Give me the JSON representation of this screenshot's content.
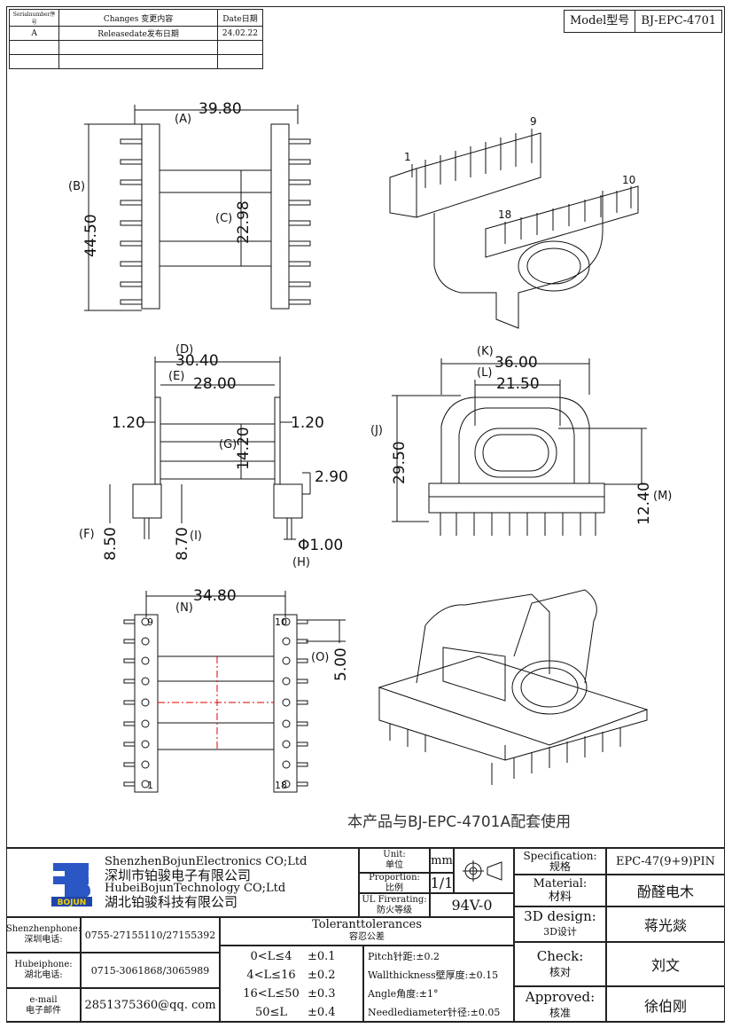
{
  "revision_table": {
    "headers": [
      "Serialnumber序号",
      "Changes 变更内容",
      "Date日期"
    ],
    "rows": [
      [
        "A",
        "Releasedate发布日期",
        "24.02.22"
      ],
      [
        "",
        "",
        ""
      ],
      [
        "",
        "",
        ""
      ]
    ]
  },
  "model": {
    "label": "Model型号",
    "value": "BJ-EPC-4701"
  },
  "dimensions": {
    "top_view": {
      "width": "39.80",
      "width_tag": "(A)",
      "height": "44.50",
      "height_tag": "(B)",
      "inner": "22.98",
      "inner_tag": "(C)"
    },
    "side_view": {
      "outer": "30.40",
      "outer_tag": "(D)",
      "inner": "28.00",
      "inner_tag": "(E)",
      "flange_left": "1.20",
      "flange_right": "1.20",
      "core": "14.20",
      "core_tag": "(G)",
      "pin_step": "2.90",
      "base_left": "8.50",
      "base_left_tag": "(F)",
      "base_right": "8.70",
      "base_right_tag": "(I)",
      "pin_dia": "Φ1.00",
      "pin_dia_tag": "(H)"
    },
    "front_view": {
      "width": "36.00",
      "width_tag": "(K)",
      "inner": "21.50",
      "inner_tag": "(L)",
      "height": "29.50",
      "height_tag": "(J)",
      "window": "12.40",
      "window_tag": "(M)"
    },
    "bottom_view": {
      "width": "34.80",
      "width_tag": "(N)",
      "pitch": "5.00",
      "pitch_tag": "(O)",
      "pin_9": "9",
      "pin_10": "10",
      "pin_1": "1",
      "pin_18": "18"
    },
    "iso_view": {
      "pin_1": "1",
      "pin_9": "9",
      "pin_10": "10",
      "pin_18": "18"
    }
  },
  "note": "本产品与BJ-EPC-4701A配套使用",
  "title_block": {
    "company_en_1": "ShenzhenBojunElectronics CO;Ltd",
    "company_cn_1": "深圳市铂骏电子有限公司",
    "company_en_2": "HubeiBojunTechnology CO;Ltd",
    "company_cn_2": "湖北铂骏科技有限公司",
    "logo_text": "BOJUN",
    "unit_label": "Unit:",
    "unit_label_cn": "单位",
    "unit_value": "mm",
    "proportion_label": "Proportion:",
    "proportion_label_cn": "比例",
    "proportion_value": "1/1",
    "ul_label": "UL Firerating:",
    "ul_label_cn": "防火等级",
    "ul_value": "94V-0",
    "spec_label": "Specification:",
    "spec_label_cn": "规格",
    "spec_value": "EPC-47(9+9)PIN",
    "material_label": "Material:",
    "material_label_cn": "材料",
    "material_value": "酚醛电木",
    "design_label": "3D design:",
    "design_label_cn": "3D设计",
    "design_value": "蒋光燚",
    "check_label": "Check:",
    "check_label_cn": "核对",
    "check_value": "刘文",
    "approved_label": "Approved:",
    "approved_label_cn": "核准",
    "approved_value": "徐伯刚",
    "sz_phone_label": "Shenzhenphone:",
    "sz_phone_label_cn": "深圳电话:",
    "sz_phone": "0755-27155110/27155392",
    "hb_phone_label": "Hubeiphone:",
    "hb_phone_label_cn": "湖北电话:",
    "hb_phone": "0715-3061868/3065989",
    "email_label": "e-mail",
    "email_label_cn": "电子邮件",
    "email": "2851375360@qq. com",
    "tol_title": "Toleranttolerances",
    "tol_title_cn": "容忍公差",
    "tolerances": [
      {
        "range": "0<L≤4",
        "value": "±0.1"
      },
      {
        "range": "4<L≤16",
        "value": "±0.2"
      },
      {
        "range": "16<L≤50",
        "value": "±0.3"
      },
      {
        "range": "50≤L",
        "value": "±0.4"
      }
    ],
    "specs": [
      "Pitch针距:±0.2",
      "Wallthickness壁厚度:±0.15",
      "Angle角度:±1°",
      "Needlediameter针径:±0.05"
    ]
  }
}
